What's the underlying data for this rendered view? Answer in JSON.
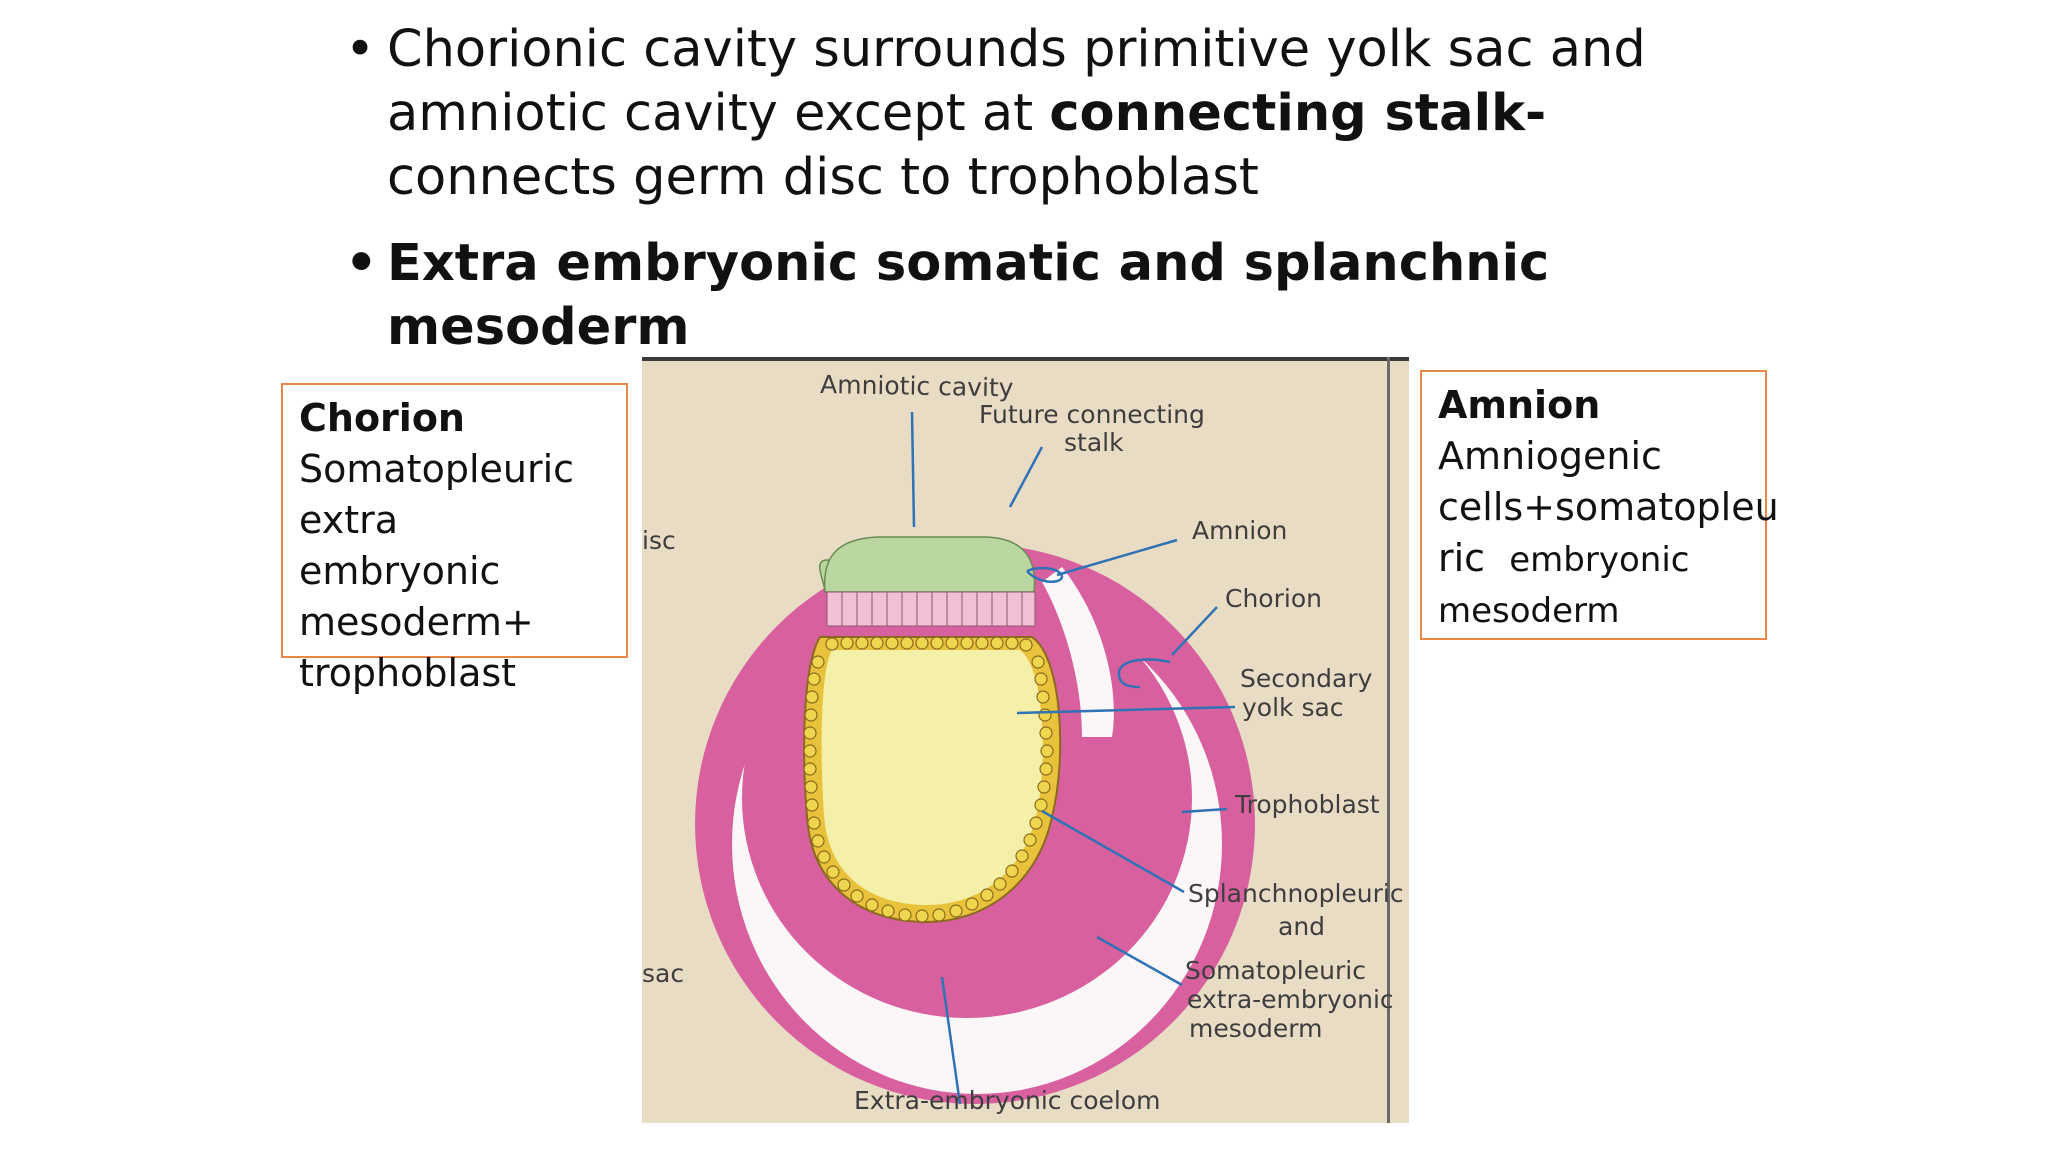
{
  "slide": {
    "bullets": [
      {
        "part1": "Chorionic cavity surrounds primitive yolk sac and amniotic cavity except at ",
        "bold": "connecting stalk-",
        "part2": " connects germ disc to trophoblast"
      },
      {
        "text": "Extra embryonic somatic and splanchnic mesoderm"
      }
    ],
    "chorion_box": {
      "title": "Chorion",
      "lines": [
        "Somatopleuric",
        "extra embryonic",
        "mesoderm+",
        "trophoblast"
      ]
    },
    "amnion_box": {
      "title": "Amnion",
      "lines": [
        "Amniogenic",
        "cells+somatopleu",
        "ric",
        "embryonic",
        "mesoderm"
      ]
    }
  },
  "diagram": {
    "labels": {
      "amniotic_cavity": "Amniotic cavity",
      "future_stalk_1": "Future connecting",
      "future_stalk_2": "stalk",
      "amnion": "Amnion",
      "chorion": "Chorion",
      "secondary_1": "Secondary",
      "secondary_2": "yolk sac",
      "trophoblast": "Trophoblast",
      "splanch_1": "Splanchnopleuric",
      "splanch_2": "and",
      "somato_1": "Somatopleuric",
      "somato_2": "extra-embryonic",
      "somato_3": "mesoderm",
      "coelom": "Extra-embryonic coelom",
      "cut_left_1": "isc",
      "cut_left_2": "sac"
    },
    "colors": {
      "background": "#e9dcc4",
      "mesoderm_pink": "#d9609e",
      "coelom_white": "#fbf6f8",
      "amniotic_green": "#b9d79f",
      "yolk_yellow": "#f4f0a8",
      "pointer_blue": "#2f72b5",
      "box_border": "#e9864a"
    }
  }
}
